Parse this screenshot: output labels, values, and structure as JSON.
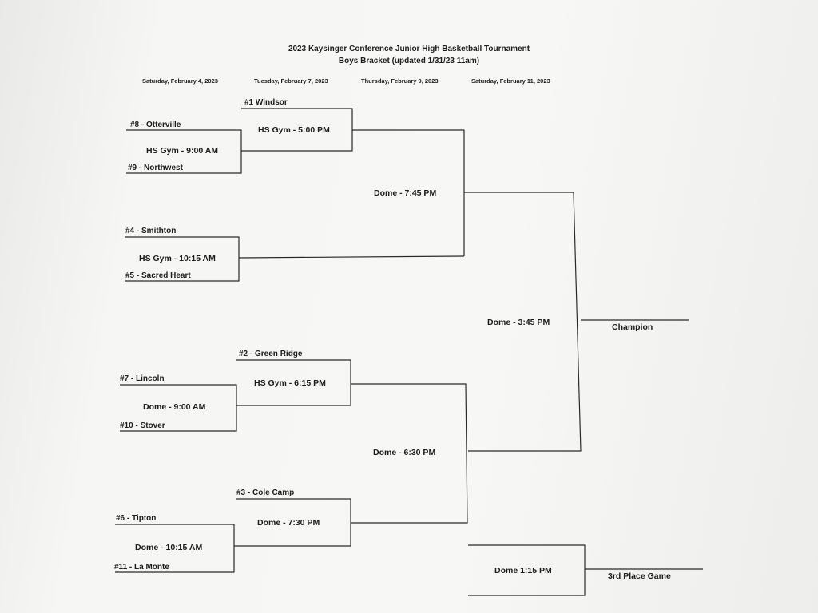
{
  "header": {
    "title": "2023 Kaysinger Conference Junior High Basketball Tournament",
    "subtitle": "Boys Bracket (updated 1/31/23 11am)"
  },
  "dates": [
    "Saturday, February 4, 2023",
    "Tuesday, February 7, 2023",
    "Thursday, February 9, 2023",
    "Saturday, February 11, 2023"
  ],
  "teams": {
    "t1": "#1 Windsor",
    "t8": "#8 - Otterville",
    "t9": "#9 - Northwest",
    "t4": "#4 - Smithton",
    "t5": "#5 - Sacred Heart",
    "t2": "#2 - Green Ridge",
    "t7": "#7 - Lincoln",
    "t10": "#10 - Stover",
    "t3": "#3 - Cole Camp",
    "t6": "#6 - Tipton",
    "t11": "#11 - La Monte"
  },
  "games": {
    "g_8_9": "HS Gym - 9:00 AM",
    "g_1": "HS Gym - 5:00 PM",
    "g_4_5": "HS Gym - 10:15 AM",
    "g_semi1": "Dome - 7:45 PM",
    "g_final": "Dome - 3:45 PM",
    "g_2": "HS Gym - 6:15 PM",
    "g_7_10": "Dome - 9:00 AM",
    "g_semi2": "Dome - 6:30 PM",
    "g_3": "Dome - 7:30 PM",
    "g_6_11": "Dome - 10:15 AM",
    "g_third": "Dome 1:15 PM"
  },
  "results": {
    "champion": "Champion",
    "third_place": "3rd Place Game"
  }
}
